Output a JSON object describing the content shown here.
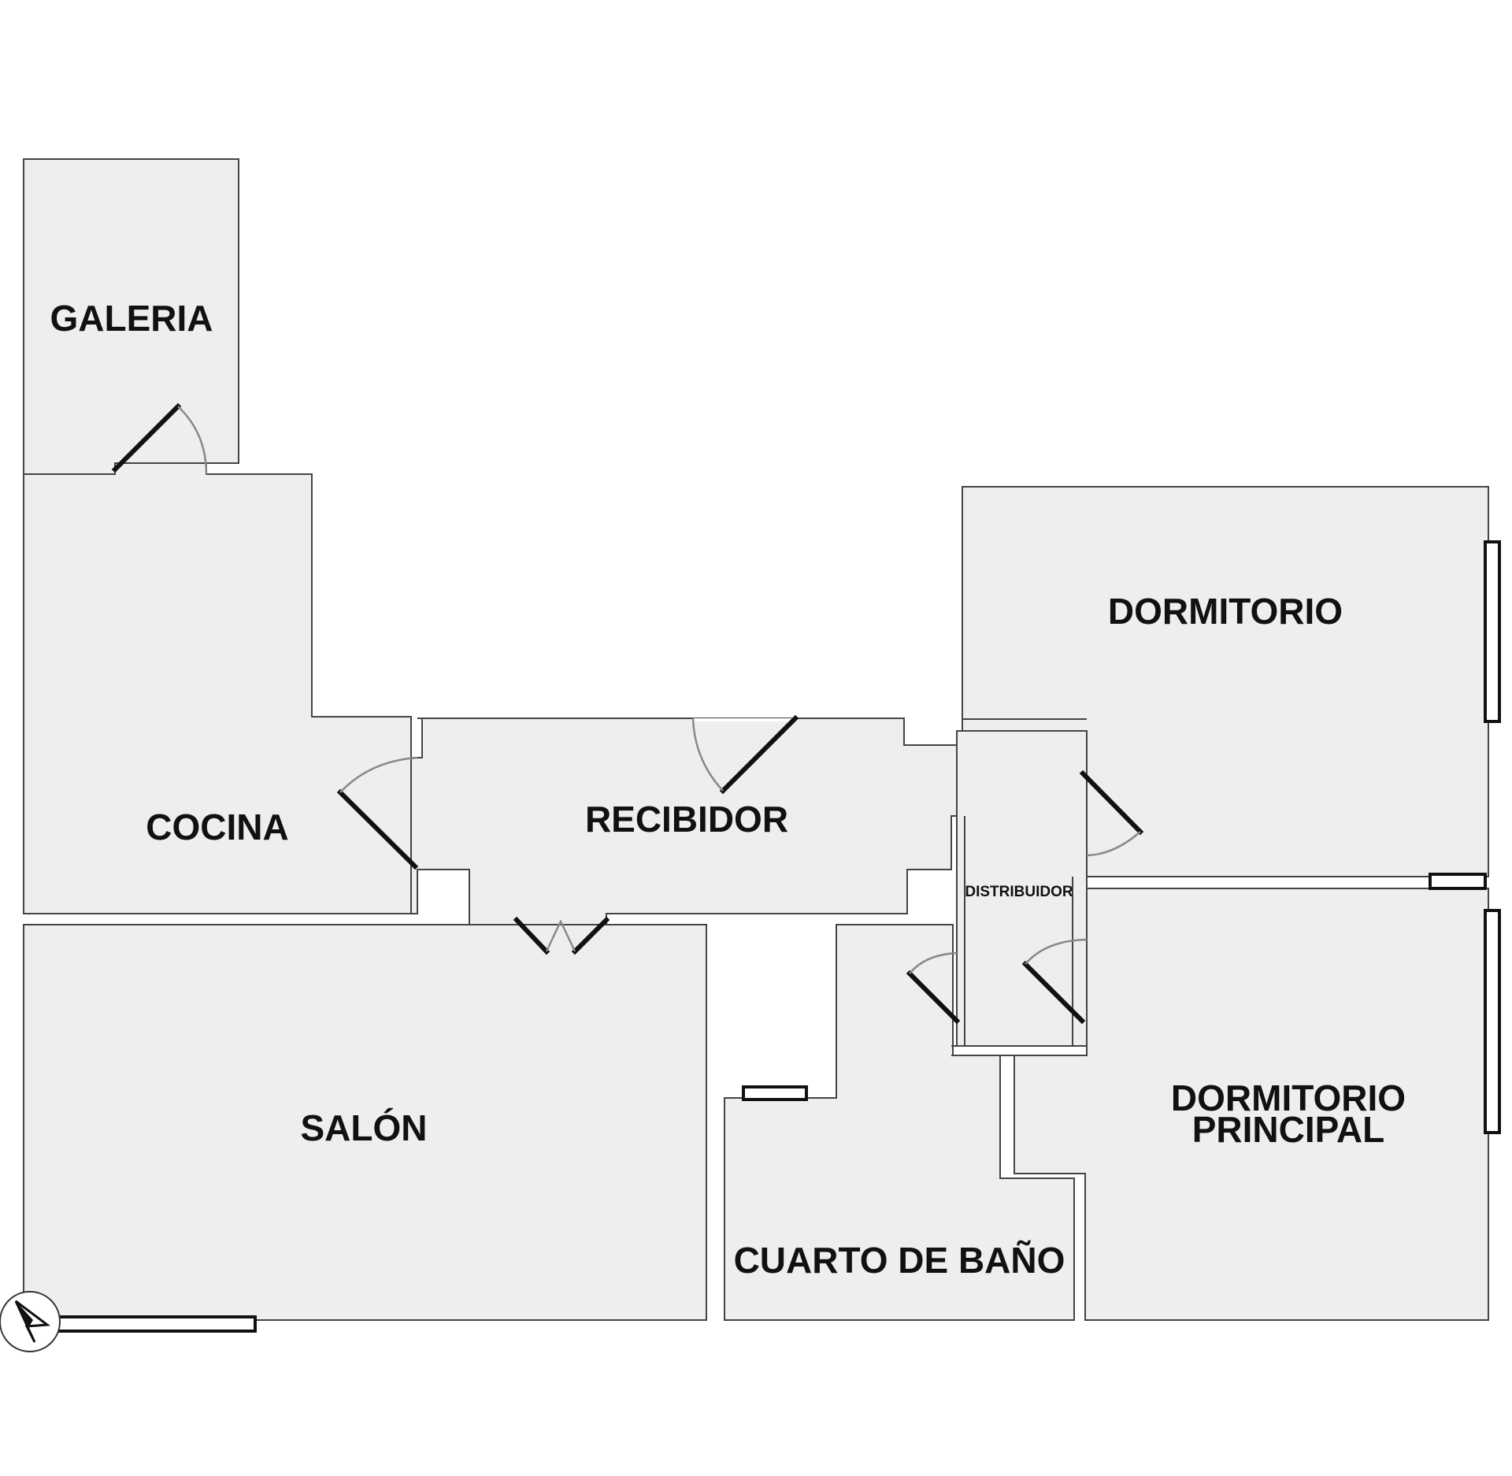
{
  "rooms": {
    "galeria": "GALERIA",
    "cocina": "COCINA",
    "recibidor": "RECIBIDOR",
    "salon": "SALÓN",
    "dormitorio": "DORMITORIO",
    "distribuidor": "DISTRIBUIDOR",
    "dormitorio_principal_line1": "DORMITORIO",
    "dormitorio_principal_line2": "PRINCIPAL",
    "cuarto_de_bano": "CUARTO DE BAÑO"
  },
  "colors": {
    "room_fill": "#eeeeee",
    "wall": "#444444",
    "door": "#111111",
    "door_swing": "#888888"
  },
  "icons": [
    "north-arrow-icon"
  ]
}
